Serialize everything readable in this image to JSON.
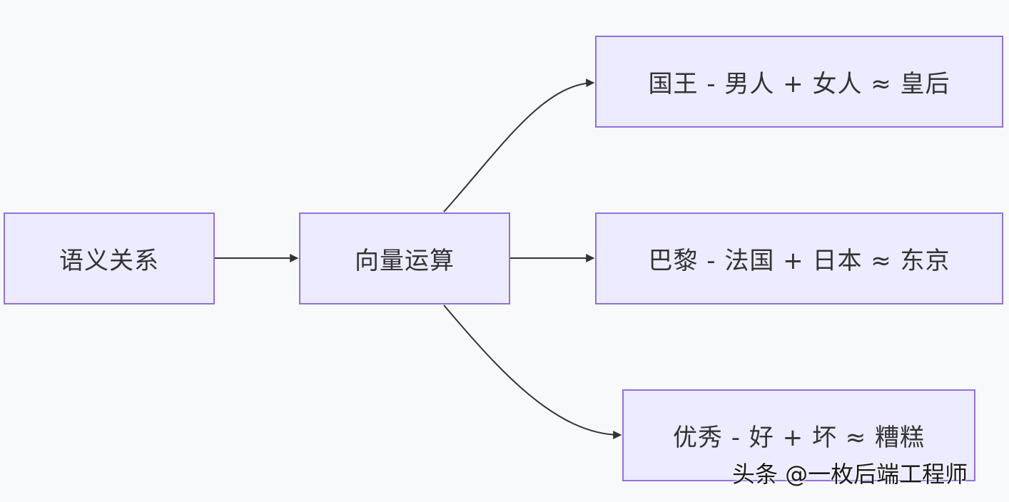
{
  "nodes": {
    "semantic_relation": "语义关系",
    "vector_operation": "向量运算",
    "king_example": "国王 - 男人 + 女人 ≈ 皇后",
    "paris_example": "巴黎 - 法国 + 日本 ≈ 东京",
    "good_example": "优秀 - 好 + 坏 ≈ 糟糕"
  },
  "watermark": "头条 @一枚后端工程师",
  "colors": {
    "node_fill": "#ecebff",
    "node_border": "#9370db",
    "edge": "#333333",
    "background": "#f8f9fb"
  }
}
